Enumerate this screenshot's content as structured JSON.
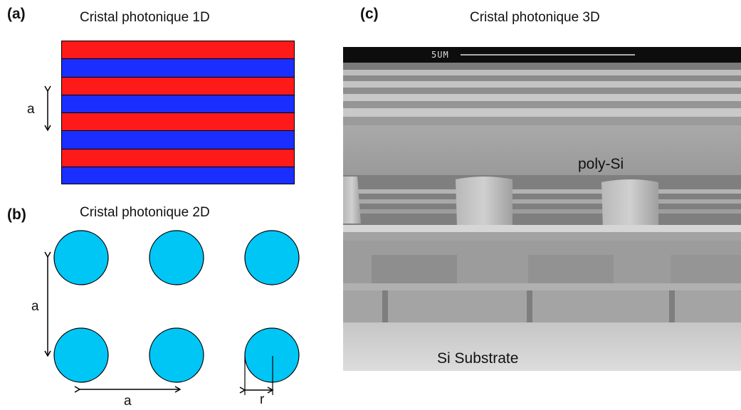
{
  "panel_a": {
    "label": "(a)",
    "title": "Cristal photonique 1D",
    "period_label": "a",
    "colors": {
      "layer_1": "#ff1a1a",
      "layer_2": "#1a2fff"
    },
    "layer_count": 8
  },
  "panel_b": {
    "label": "(b)",
    "title": "Cristal photonique 2D",
    "vertical_period_label": "a",
    "horizontal_period_label": "a",
    "radius_label": "r",
    "rod_color": "#00c6f5",
    "rows": 2,
    "columns": 3
  },
  "panel_c": {
    "label": "(c)",
    "title": "Cristal photonique 3D",
    "scale_bar_label": "5UM",
    "top_layer_label": "poly-Si",
    "substrate_label": "Si  Substrate"
  }
}
